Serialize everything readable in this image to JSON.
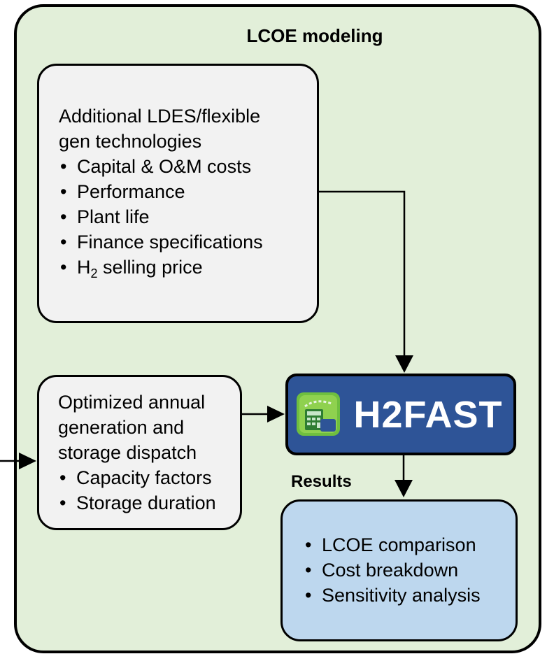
{
  "panel": {
    "title": "LCOE modeling"
  },
  "inputs_box": {
    "heading_line1": "Additional LDES/flexible",
    "heading_line2": "gen technologies",
    "items": [
      "Capital & O&M costs",
      "Performance",
      "Plant life",
      "Finance specifications"
    ],
    "h2_item_prefix": "H",
    "h2_item_sub": "2",
    "h2_item_suffix": " selling price"
  },
  "dispatch_box": {
    "heading_line1": "Optimized annual",
    "heading_line2": "generation and",
    "heading_line3": "storage dispatch",
    "items": [
      "Capacity factors",
      "Storage duration"
    ]
  },
  "h2fast": {
    "label": "H2FAST",
    "logo_icon": "h2fast-calculator-logo",
    "color": "#2e5497"
  },
  "results": {
    "label": "Results",
    "items": [
      "LCOE comparison",
      "Cost breakdown",
      "Sensitivity analysis"
    ]
  },
  "bullet": "•",
  "colors": {
    "panel_bg": "#e2efd9",
    "box_bg": "#f2f2f2",
    "results_bg": "#bdd7ee"
  }
}
